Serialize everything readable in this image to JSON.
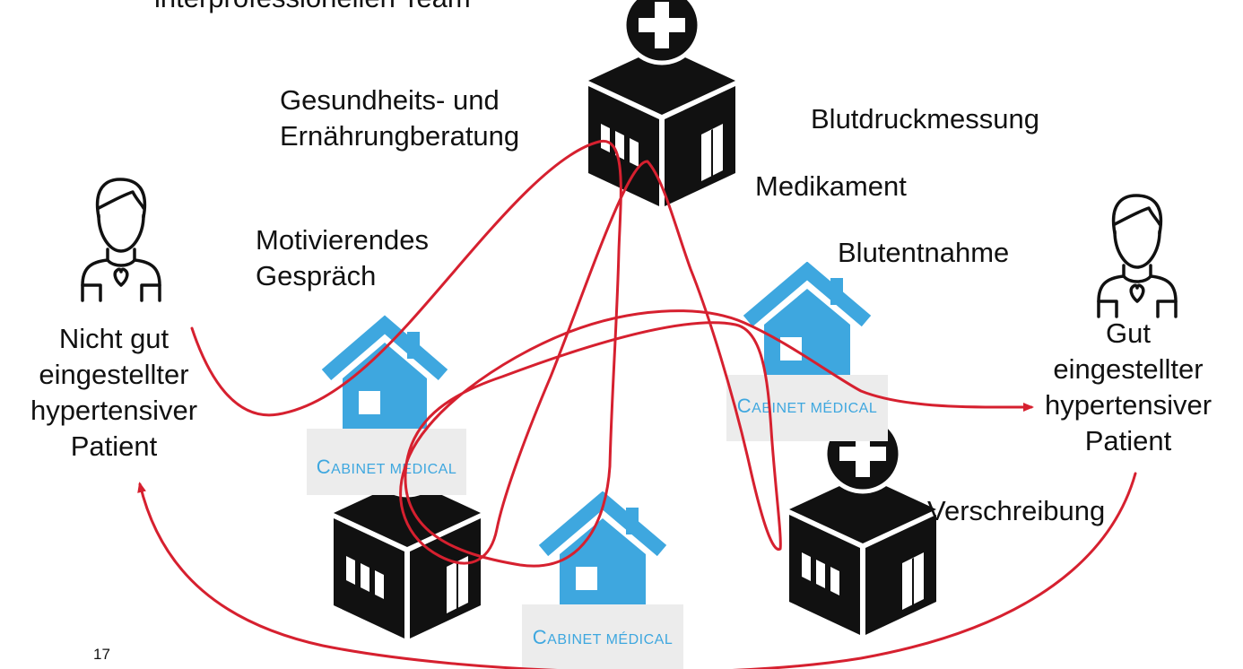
{
  "title": "interprofessionellen Team",
  "page_number": "17",
  "labels": {
    "beratung": [
      "Gesundheits- und",
      "Ernährungberatung"
    ],
    "blutdruck": "Blutdruckmessung",
    "medikament": "Medikament",
    "motivierend": [
      "Motivierendes",
      "Gespräch"
    ],
    "blutentnahme": "Blutentnahme",
    "verschreibung": "Verschreibung"
  },
  "patients": {
    "left": [
      "Nicht gut",
      "eingestellter",
      "hypertensiver",
      "Patient"
    ],
    "right": [
      "Gut",
      "eingestellter",
      "hypertensiver",
      "Patient"
    ]
  },
  "cabinet": {
    "caption_first": "C",
    "caption_rest": "ABINET MÉDICAL"
  },
  "colors": {
    "path": "#d6202f",
    "house": "#3ea7df",
    "building": "#111111",
    "cabinet_bg": "#ececec",
    "cabinet_text": "#3ea7df"
  },
  "icons": [
    "person-heart-icon",
    "house-icon",
    "hospital-building-icon"
  ]
}
